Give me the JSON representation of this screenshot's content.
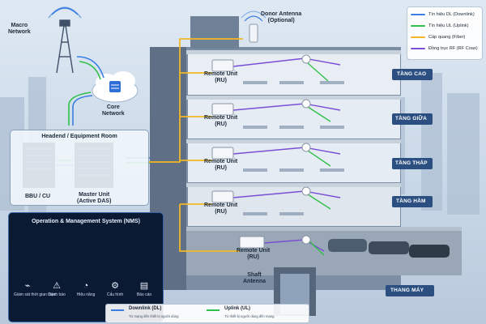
{
  "labels": {
    "macro_network": "Macro\nNetwork",
    "donor_antenna": "Donor Antenna",
    "donor_antenna_note": "(Optional)",
    "core_network": "Core\nNetwork",
    "headend_title": "Headend / Equipment Room",
    "bbu": "BBU / CU",
    "master_unit": "Master Unit",
    "master_unit_note": "(Active DAS)",
    "remote_unit": "Remote Unit",
    "remote_unit_note": "(RU)",
    "shaft_antenna": "Shaft\nAntenna"
  },
  "floors": [
    "TẦNG CAO",
    "TẦNG GIỮA",
    "TẦNG THẤP",
    "TẦNG HẦM",
    "THANG MÁY"
  ],
  "legend": [
    {
      "label": "Tín hiệu DL (Downlink)",
      "color": "#3b7de0"
    },
    {
      "label": "Tín hiệu UL (Uplink)",
      "color": "#2fbf4a"
    },
    {
      "label": "Cáp quang (Fiber)",
      "color": "#f2b824"
    },
    {
      "label": "Đồng trục RF (RF Coax)",
      "color": "#7a4fd6"
    }
  ],
  "nms": {
    "title": "Operation & Management System (NMS)",
    "items": [
      {
        "label": "Giám sát thời gian thực",
        "icon": "monitor-icon",
        "glyph": "⌁"
      },
      {
        "label": "Cảnh báo",
        "icon": "warning-icon",
        "glyph": "⚠"
      },
      {
        "label": "Hiệu năng",
        "icon": "gauge-icon",
        "glyph": "◔"
      },
      {
        "label": "Cấu hình",
        "icon": "gear-icon",
        "glyph": "⚙"
      },
      {
        "label": "Báo cáo",
        "icon": "report-icon",
        "glyph": "▤"
      }
    ]
  },
  "bottom_legend": {
    "dl": "Downlink (DL)",
    "dl_sub": "Từ mạng đến thiết bị người dùng",
    "ul": "Uplink (UL)",
    "ul_sub": "Từ thiết bị người dùng đến mạng"
  },
  "colors": {
    "fiber": "#f2b824",
    "dl": "#3b7de0",
    "ul": "#2fbf4a",
    "coax": "#7a4fd6",
    "accent": "#2e6fd8"
  }
}
